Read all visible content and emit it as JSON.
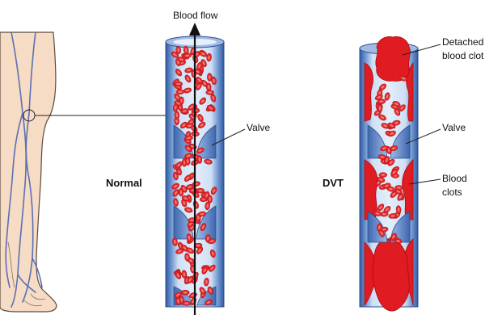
{
  "labels": {
    "blood_flow": "Blood flow",
    "normal": "Normal",
    "dvt": "DVT",
    "valve_normal": "Valve",
    "valve_dvt": "Valve",
    "detached_clot_line1": "Detached",
    "detached_clot_line2": "blood clot",
    "blood_clots_line1": "Blood",
    "blood_clots_line2": "clots"
  },
  "colors": {
    "vein_wall": "#4a73b8",
    "vein_wall_light": "#8fb0dd",
    "vein_lumen": "#c9dcf2",
    "rbc": "#e3262b",
    "rbc_highlight": "#f27a70",
    "clot": "#e01b22",
    "skin": "#f6dcc4",
    "skin_outline": "#5a4a40",
    "leg_vein": "#5b6fb5"
  }
}
